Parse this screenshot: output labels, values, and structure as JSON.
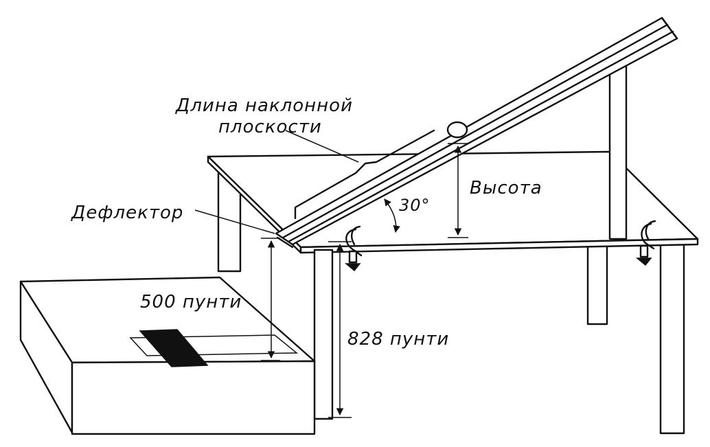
{
  "labels": {
    "length_line1": "Длина наклонной",
    "length_line2": "плоскости",
    "height": "Высота",
    "angle": "30°",
    "deflector": "Дефлектор",
    "short_distance": "500 пунти",
    "long_distance": "828 пунти"
  },
  "colors": {
    "ink": "#111111",
    "paper": "#ffffff"
  }
}
